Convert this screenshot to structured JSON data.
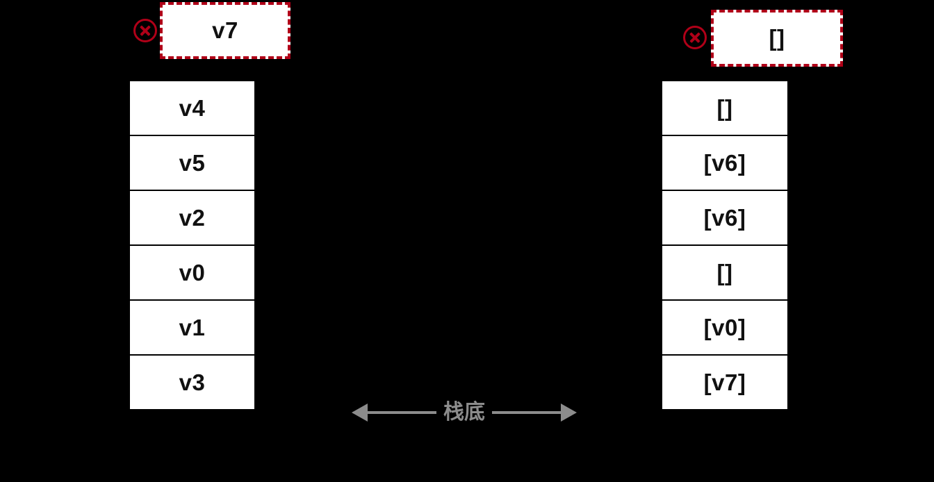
{
  "background_color": "#000000",
  "accent_color": "#b00018",
  "annotation_color": "#8c8c8c",
  "left_panel": {
    "popped": {
      "icon": "circle-x-icon",
      "value": "v7"
    },
    "stack": {
      "cells": [
        "v4",
        "v5",
        "v2",
        "v0",
        "v1",
        "v3"
      ]
    }
  },
  "right_panel": {
    "popped": {
      "icon": "circle-x-icon",
      "value": "[]"
    },
    "stack": {
      "cells": [
        "[]",
        "[v6]",
        "[v6]",
        "[]",
        "[v0]",
        "[v7]"
      ]
    }
  },
  "bottom_annotation": {
    "label": "栈底"
  }
}
